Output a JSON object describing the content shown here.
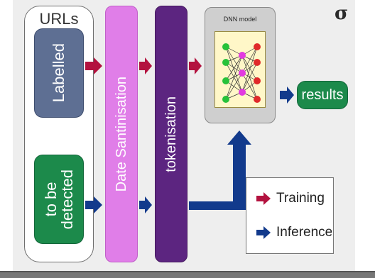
{
  "urls": {
    "title": "URLs",
    "labelled": "Labelled",
    "to_be_detected": "to be detected"
  },
  "stages": {
    "sanitisation": "Date Santinisation",
    "tokenisation": "tokenisation"
  },
  "dnn": {
    "title": "DNN model"
  },
  "results": "results",
  "legend": {
    "training": "Training",
    "inference": "Inference"
  },
  "logo": "σ",
  "colors": {
    "training_arrow": "#b3123f",
    "inference_arrow": "#123a8c",
    "input_node": "#27c23a",
    "hidden_node": "#e23ae0",
    "output_node": "#e02a2a"
  }
}
